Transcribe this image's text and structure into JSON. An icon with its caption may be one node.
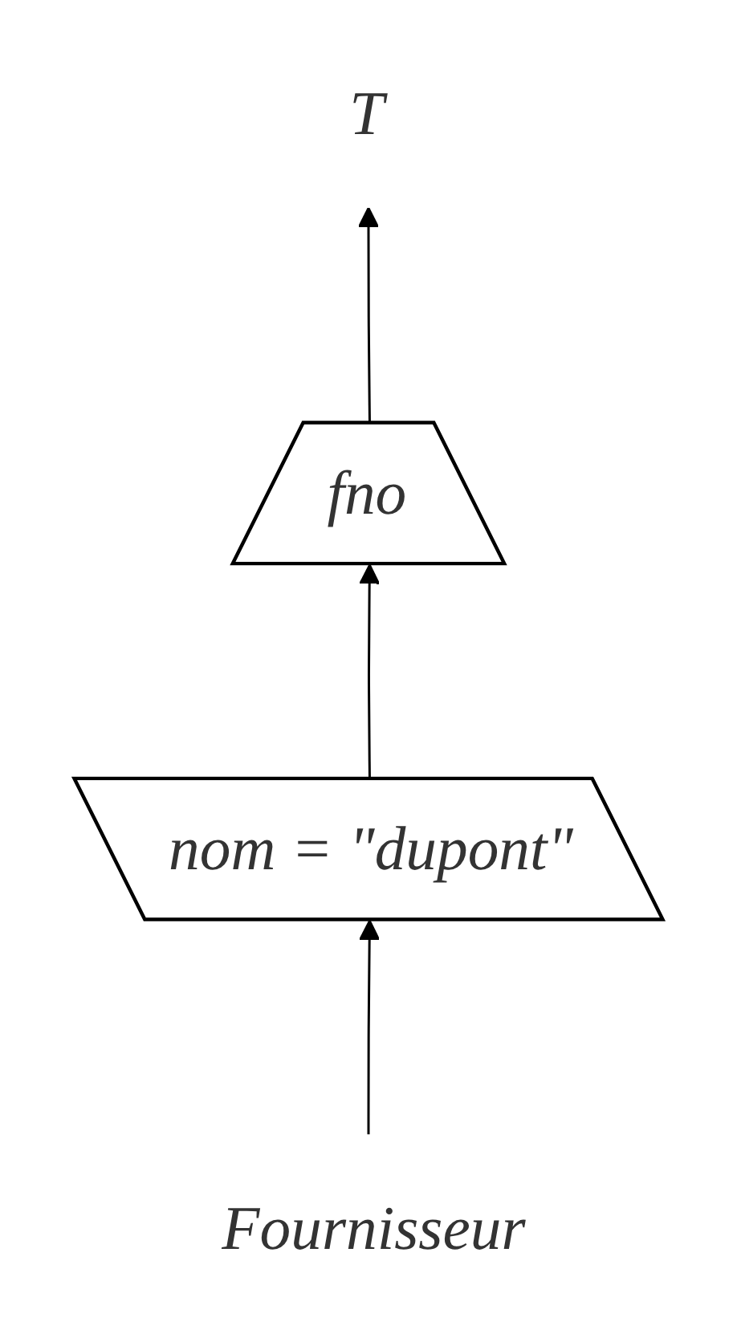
{
  "diagram": {
    "nodes": [
      {
        "text": [
          "T"
        ]
      },
      {
        "text": [
          "fno"
        ]
      },
      {
        "text": [
          "nom = \"dupont\""
        ]
      },
      {
        "text": [
          "Fournisseur"
        ]
      }
    ],
    "edges": [
      {
        "from": 3,
        "to": 2,
        "arrow": "to"
      },
      {
        "from": 2,
        "to": 1,
        "arrow": "to"
      },
      {
        "from": 1,
        "to": 0,
        "arrow": "to"
      }
    ]
  }
}
